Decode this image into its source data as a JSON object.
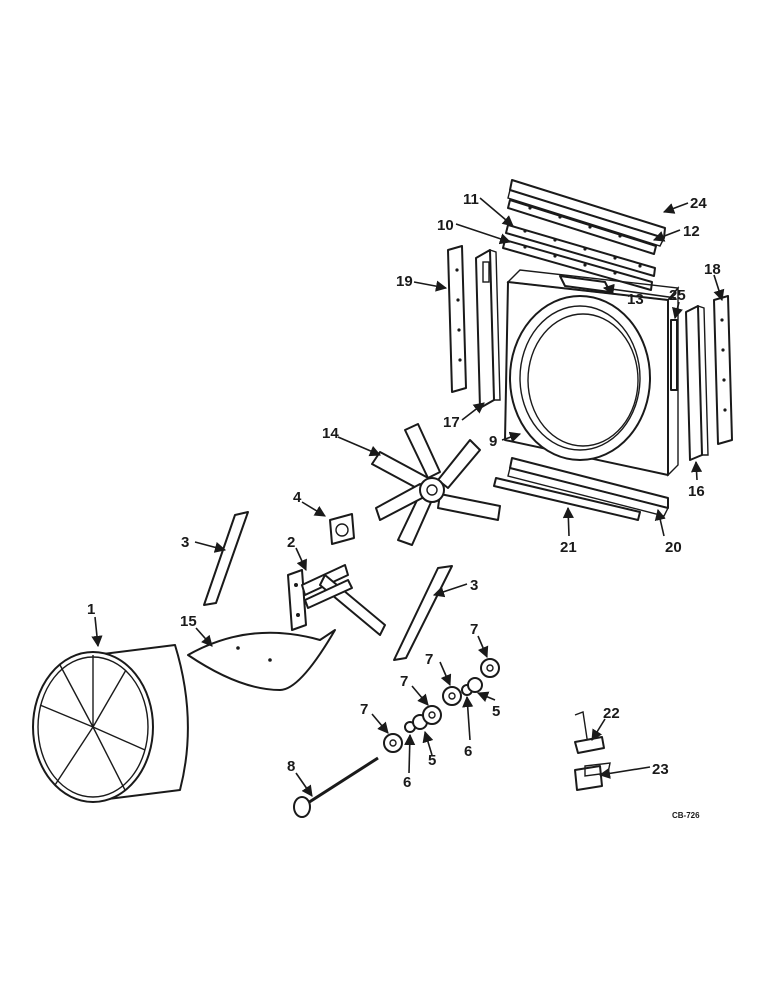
{
  "diagram": {
    "drawing_code": "CB-726",
    "callouts": [
      "1",
      "2",
      "3",
      "3",
      "4",
      "5",
      "5",
      "6",
      "6",
      "7",
      "7",
      "7",
      "7",
      "8",
      "9",
      "10",
      "11",
      "12",
      "13",
      "14",
      "15",
      "16",
      "17",
      "18",
      "19",
      "20",
      "21",
      "22",
      "23",
      "24",
      "25"
    ]
  }
}
